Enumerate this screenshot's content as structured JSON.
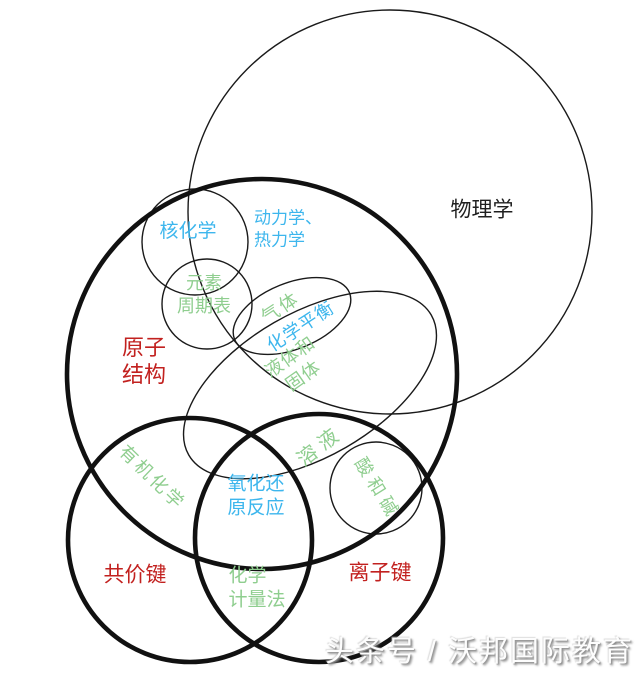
{
  "palette": {
    "red": "#c2211f",
    "green": "#8fce8f",
    "cyan": "#3db6ed",
    "black": "#1f1f1f",
    "stroke": "#1a1a1a"
  },
  "diagram": {
    "type": "venn-diagram",
    "topic": "chemistry-physics topic map",
    "labels": {
      "physics": {
        "text": "物理学",
        "color": "black"
      },
      "nuclear_chemistry": {
        "text": "核化学",
        "color": "cyan"
      },
      "kinetics_thermodynamics": {
        "text": "动力学、\n热力学",
        "color": "cyan"
      },
      "periodic_table": {
        "text": "元素\n周期表",
        "color": "green"
      },
      "atomic_structure": {
        "text": "原子\n结构",
        "color": "red"
      },
      "gas": {
        "text": "气体",
        "color": "green"
      },
      "chemical_equilibrium": {
        "text": "化学平衡",
        "color": "cyan"
      },
      "liquids_solids": {
        "text": "液体和\n固体",
        "color": "green"
      },
      "solutions": {
        "text": "溶液",
        "color": "green"
      },
      "acids_bases": {
        "text": "酸和碱",
        "color": "green"
      },
      "organic_chemistry": {
        "text": "有机化学",
        "color": "green"
      },
      "redox_reactions": {
        "text": "氧化还\n原反应",
        "color": "cyan"
      },
      "covalent_bonds": {
        "text": "共价键",
        "color": "red"
      },
      "stoichiometry": {
        "text": "化学\n计量法",
        "color": "green"
      },
      "ionic_bonds": {
        "text": "离子键",
        "color": "red"
      }
    },
    "watermark": {
      "text": "头条号 / 沃邦国际教育"
    }
  }
}
